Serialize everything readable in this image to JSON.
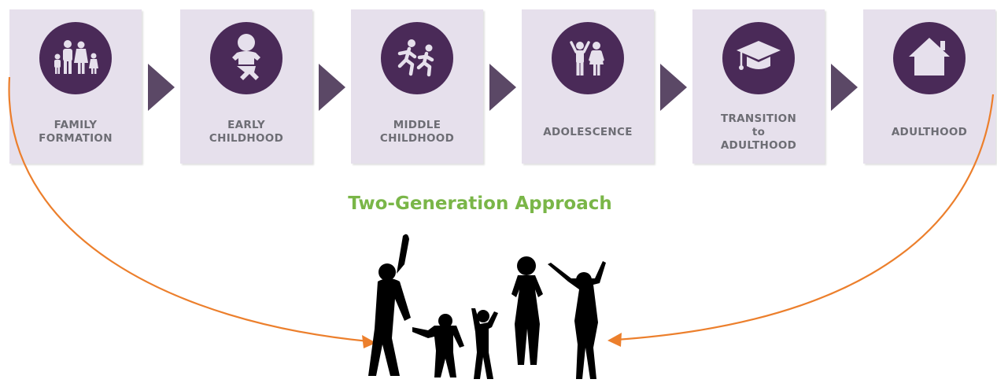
{
  "stages": [
    {
      "label": "FAMILY\nFORMATION",
      "icon": "family-icon"
    },
    {
      "label": "EARLY\nCHILDHOOD",
      "icon": "baby-icon"
    },
    {
      "label": "MIDDLE\nCHILDHOOD",
      "icon": "running-children-icon"
    },
    {
      "label": "ADOLESCENCE",
      "icon": "teenagers-icon"
    },
    {
      "label": "TRANSITION\nto\nADULTHOOD",
      "icon": "graduation-cap-icon"
    },
    {
      "label": "ADULTHOOD",
      "icon": "house-icon"
    }
  ],
  "approach_title": "Two-Generation Approach",
  "colors": {
    "box_fill": "#e6e0ec",
    "icon_circle": "#4a2a58",
    "icon_glyph": "#e6e0ec",
    "connector": "#5b4866",
    "label_text": "#6d6d74",
    "title_green": "#7ab648",
    "curve_orange": "#ec7f2c",
    "silhouette": "#000000"
  },
  "silhouette": "family-silhouette"
}
